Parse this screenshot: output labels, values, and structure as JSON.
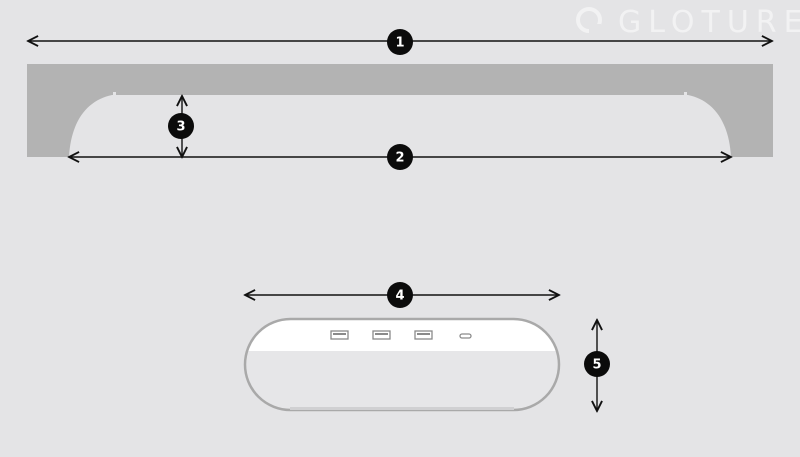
{
  "brand": {
    "watermark": "GLOTURE",
    "logo_icon": "gloture-logo-icon"
  },
  "colors": {
    "background": "#e4e4e6",
    "desk_shelf": "#b3b3b3",
    "device_body": "#ffffff",
    "device_bottom": "#e6e6e8",
    "device_outline": "#a9a9a9",
    "badge": "#0b0b0b",
    "dimension_line": "#111111"
  },
  "dimensions": [
    {
      "id": "1",
      "label": "1",
      "description_icon": "overall-length-arrow"
    },
    {
      "id": "2",
      "label": "2",
      "description_icon": "inner-opening-length-arrow"
    },
    {
      "id": "3",
      "label": "3",
      "description_icon": "opening-height-arrow"
    },
    {
      "id": "4",
      "label": "4",
      "description_icon": "power-strip-length-arrow"
    },
    {
      "id": "5",
      "label": "5",
      "description_icon": "power-strip-height-arrow"
    }
  ],
  "ports": [
    {
      "type": "USB-A",
      "icon": "usb-a-port-icon"
    },
    {
      "type": "USB-A",
      "icon": "usb-a-port-icon"
    },
    {
      "type": "USB-A",
      "icon": "usb-a-port-icon"
    },
    {
      "type": "USB-C",
      "icon": "usb-c-port-icon"
    }
  ]
}
